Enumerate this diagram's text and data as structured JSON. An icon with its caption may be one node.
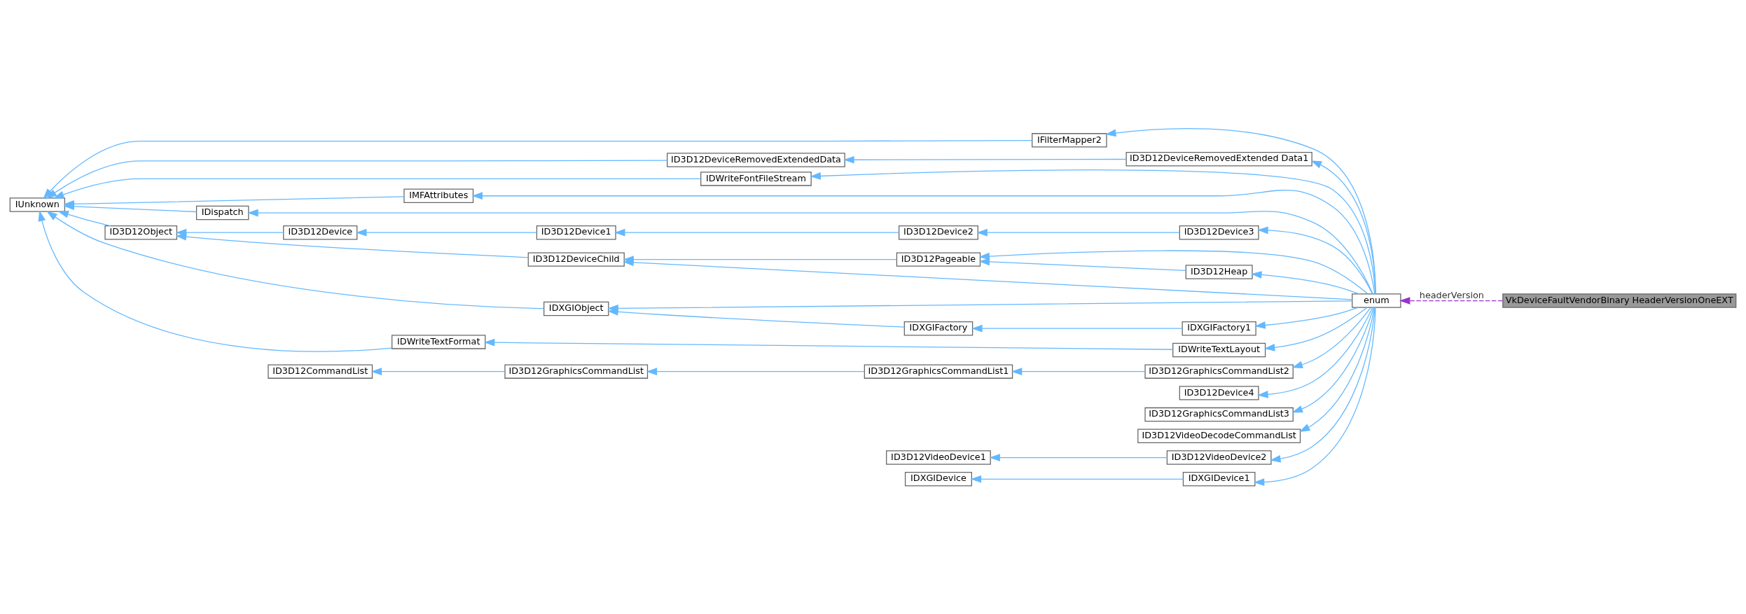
{
  "diagram": {
    "nodes": [
      {
        "text": [
          "IUnknown"
        ]
      },
      {
        "text": [
          "IFilterMapper2"
        ]
      },
      {
        "text": [
          "ID3D12Object"
        ]
      },
      {
        "text": [
          "ID3D12DeviceRemovedExtendedData"
        ]
      },
      {
        "text": [
          "IDWriteTextFormat"
        ]
      },
      {
        "text": [
          "ID3D12DeviceChild"
        ]
      },
      {
        "text": [
          "ID3D12Device"
        ]
      },
      {
        "text": [
          "ID3D12DeviceRemovedExtended Data1"
        ]
      },
      {
        "text": [
          "IDWriteFontFileStream"
        ]
      },
      {
        "text": [
          "IDXGIObject"
        ]
      },
      {
        "text": [
          "IMFAttributes"
        ]
      },
      {
        "text": [
          "IDispatch"
        ]
      },
      {
        "text": [
          "ID3D12CommandList"
        ]
      },
      {
        "text": [
          "ID3D12GraphicsCommandList"
        ]
      },
      {
        "text": [
          "ID3D12Pageable"
        ]
      },
      {
        "text": [
          "ID3D12Device1"
        ]
      },
      {
        "text": [
          "IDWriteTextLayout"
        ]
      },
      {
        "text": [
          "IDXGIFactory"
        ]
      },
      {
        "text": [
          "ID3D12GraphicsCommandList1"
        ]
      },
      {
        "text": [
          "ID3D12VideoDevice1"
        ]
      },
      {
        "text": [
          "IDXGIDevice"
        ]
      },
      {
        "text": [
          "ID3D12Heap"
        ]
      },
      {
        "text": [
          "ID3D12Device2"
        ]
      },
      {
        "text": [
          "ID3D12Device3"
        ]
      },
      {
        "text": [
          "IDXGIFactory1"
        ]
      },
      {
        "text": [
          "ID3D12GraphicsCommandList2"
        ]
      },
      {
        "text": [
          "ID3D12Device4"
        ]
      },
      {
        "text": [
          "ID3D12GraphicsCommandList3"
        ]
      },
      {
        "text": [
          "ID3D12VideoDecodeCommandList"
        ]
      },
      {
        "text": [
          "ID3D12VideoDevice2"
        ]
      },
      {
        "text": [
          "IDXGIDevice1"
        ]
      },
      {
        "text": [
          "enum"
        ]
      },
      {
        "text": [
          "VkDeviceFaultVendorBinary HeaderVersionOneEXT"
        ]
      }
    ],
    "edges": [
      {
        "from": 1,
        "to": 0,
        "arrow": "to"
      },
      {
        "from": 2,
        "to": 0,
        "arrow": "to"
      },
      {
        "from": 3,
        "to": 0,
        "arrow": "to"
      },
      {
        "from": 4,
        "to": 0,
        "arrow": "to"
      },
      {
        "from": 8,
        "to": 0,
        "arrow": "to"
      },
      {
        "from": 9,
        "to": 0,
        "arrow": "to"
      },
      {
        "from": 10,
        "to": 0,
        "arrow": "to"
      },
      {
        "from": 11,
        "to": 0,
        "arrow": "to"
      },
      {
        "from": 5,
        "to": 2,
        "arrow": "to"
      },
      {
        "from": 6,
        "to": 2,
        "arrow": "to"
      },
      {
        "from": 7,
        "to": 3,
        "arrow": "to"
      },
      {
        "from": 16,
        "to": 4,
        "arrow": "to"
      },
      {
        "from": 17,
        "to": 9,
        "arrow": "to"
      },
      {
        "from": 14,
        "to": 5,
        "arrow": "to"
      },
      {
        "from": 15,
        "to": 6,
        "arrow": "to"
      },
      {
        "from": 13,
        "to": 12,
        "arrow": "to"
      },
      {
        "from": 21,
        "to": 14,
        "arrow": "to"
      },
      {
        "from": 22,
        "to": 15,
        "arrow": "to"
      },
      {
        "from": 24,
        "to": 17,
        "arrow": "to"
      },
      {
        "from": 18,
        "to": 13,
        "arrow": "to"
      },
      {
        "from": 23,
        "to": 22,
        "arrow": "to"
      },
      {
        "from": 25,
        "to": 18,
        "arrow": "to"
      },
      {
        "from": 29,
        "to": 19,
        "arrow": "to"
      },
      {
        "from": 30,
        "to": 20,
        "arrow": "to"
      },
      {
        "from": 31,
        "to": 1,
        "arrow": "to"
      },
      {
        "from": 31,
        "to": 5,
        "arrow": "to"
      },
      {
        "from": 31,
        "to": 14,
        "arrow": "to"
      },
      {
        "from": 31,
        "to": 21,
        "arrow": "to"
      },
      {
        "from": 31,
        "to": 23,
        "arrow": "to"
      },
      {
        "from": 31,
        "to": 7,
        "arrow": "to"
      },
      {
        "from": 31,
        "to": 16,
        "arrow": "to"
      },
      {
        "from": 31,
        "to": 8,
        "arrow": "to"
      },
      {
        "from": 31,
        "to": 9,
        "arrow": "to"
      },
      {
        "from": 31,
        "to": 24,
        "arrow": "to"
      },
      {
        "from": 31,
        "to": 10,
        "arrow": "to"
      },
      {
        "from": 31,
        "to": 11,
        "arrow": "to"
      },
      {
        "from": 31,
        "to": 25,
        "arrow": "to"
      },
      {
        "from": 31,
        "to": 26,
        "arrow": "to"
      },
      {
        "from": 31,
        "to": 27,
        "arrow": "to"
      },
      {
        "from": 31,
        "to": 28,
        "arrow": "to"
      },
      {
        "from": 31,
        "to": 29,
        "arrow": "to"
      },
      {
        "from": 31,
        "to": 30,
        "arrow": "to"
      },
      {
        "from": 32,
        "to": 31,
        "arrow": "to",
        "label": "headerVersion",
        "style": "dashed",
        "color": "#9a32cd"
      }
    ]
  }
}
